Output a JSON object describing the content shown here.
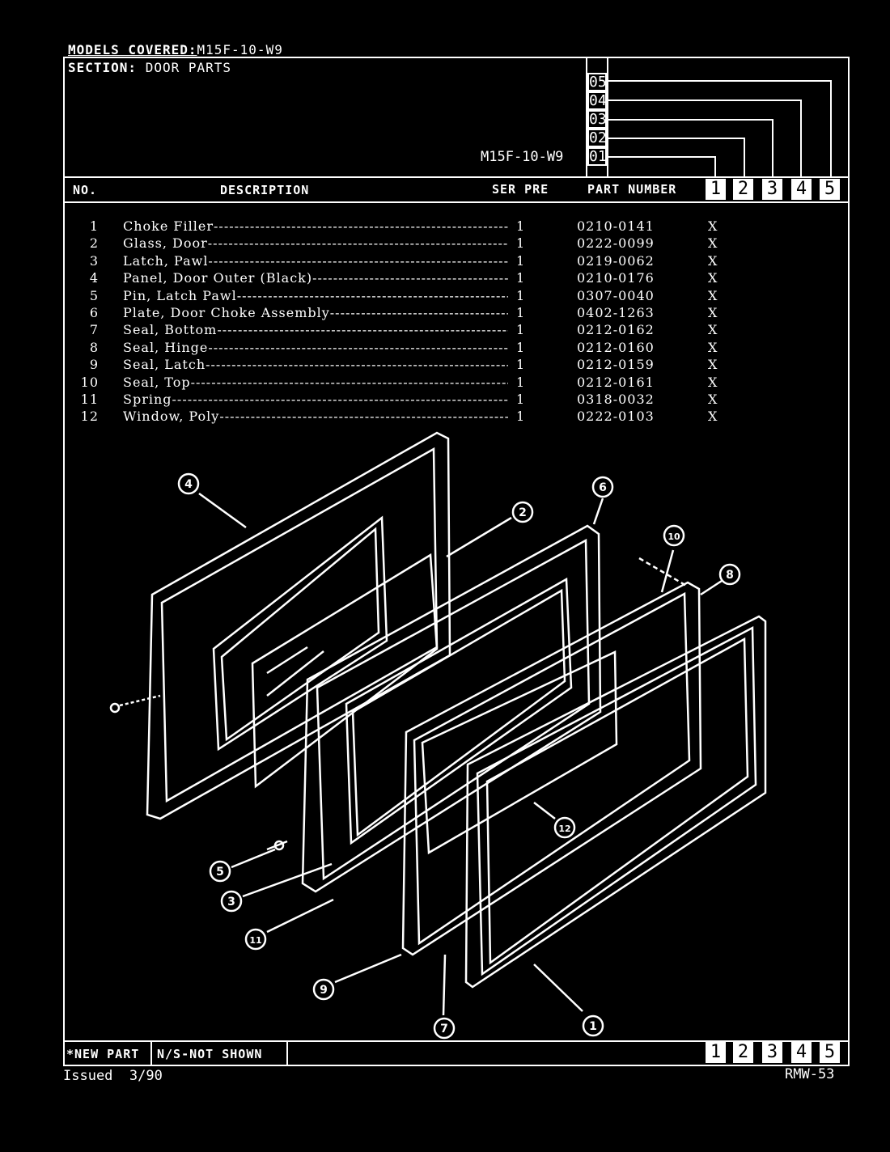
{
  "header": {
    "models_covered_label": "MODELS COVERED:",
    "models_covered_value": "M15F-10-W9",
    "section_label": "SECTION:",
    "section_value": "DOOR PARTS",
    "model_code": "M15F-10-W9",
    "model_columns": [
      "05",
      "04",
      "03",
      "02",
      "01"
    ]
  },
  "table": {
    "headers": {
      "no": "NO.",
      "description": "DESCRIPTION",
      "ser_pre": "SER PRE",
      "part_number": "PART NUMBER"
    },
    "column_numbers": [
      "1",
      "2",
      "3",
      "4",
      "5"
    ],
    "rows": [
      {
        "no": "1",
        "description": "Choke Filler",
        "qty": "1",
        "part": "0210-0141",
        "mark": "X"
      },
      {
        "no": "2",
        "description": "Glass, Door",
        "qty": "1",
        "part": "0222-0099",
        "mark": "X"
      },
      {
        "no": "3",
        "description": "Latch, Pawl",
        "qty": "1",
        "part": "0219-0062",
        "mark": "X"
      },
      {
        "no": "4",
        "description": "Panel, Door Outer (Black)",
        "qty": "1",
        "part": "0210-0176",
        "mark": "X"
      },
      {
        "no": "5",
        "description": "Pin, Latch Pawl",
        "qty": "1",
        "part": "0307-0040",
        "mark": "X"
      },
      {
        "no": "6",
        "description": "Plate, Door Choke Assembly",
        "qty": "1",
        "part": "0402-1263",
        "mark": "X"
      },
      {
        "no": "7",
        "description": "Seal, Bottom",
        "qty": "1",
        "part": "0212-0162",
        "mark": "X"
      },
      {
        "no": "8",
        "description": "Seal, Hinge",
        "qty": "1",
        "part": "0212-0160",
        "mark": "X"
      },
      {
        "no": "9",
        "description": "Seal, Latch",
        "qty": "1",
        "part": "0212-0159",
        "mark": "X"
      },
      {
        "no": "10",
        "description": "Seal, Top",
        "qty": "1",
        "part": "0212-0161",
        "mark": "X"
      },
      {
        "no": "11",
        "description": "Spring",
        "qty": "1",
        "part": "0318-0032",
        "mark": "X"
      },
      {
        "no": "12",
        "description": "Window, Poly",
        "qty": "1",
        "part": "0222-0103",
        "mark": "X"
      }
    ]
  },
  "diagram": {
    "callouts": [
      "4",
      "2",
      "6",
      "10",
      "8",
      "5",
      "3",
      "11",
      "9",
      "7",
      "1",
      "12"
    ]
  },
  "footer": {
    "new_part": "*NEW PART",
    "not_shown": "N/S-NOT SHOWN",
    "column_numbers": [
      "1",
      "2",
      "3",
      "4",
      "5"
    ],
    "issued": "Issued  3/90",
    "code": "RMW-53"
  }
}
